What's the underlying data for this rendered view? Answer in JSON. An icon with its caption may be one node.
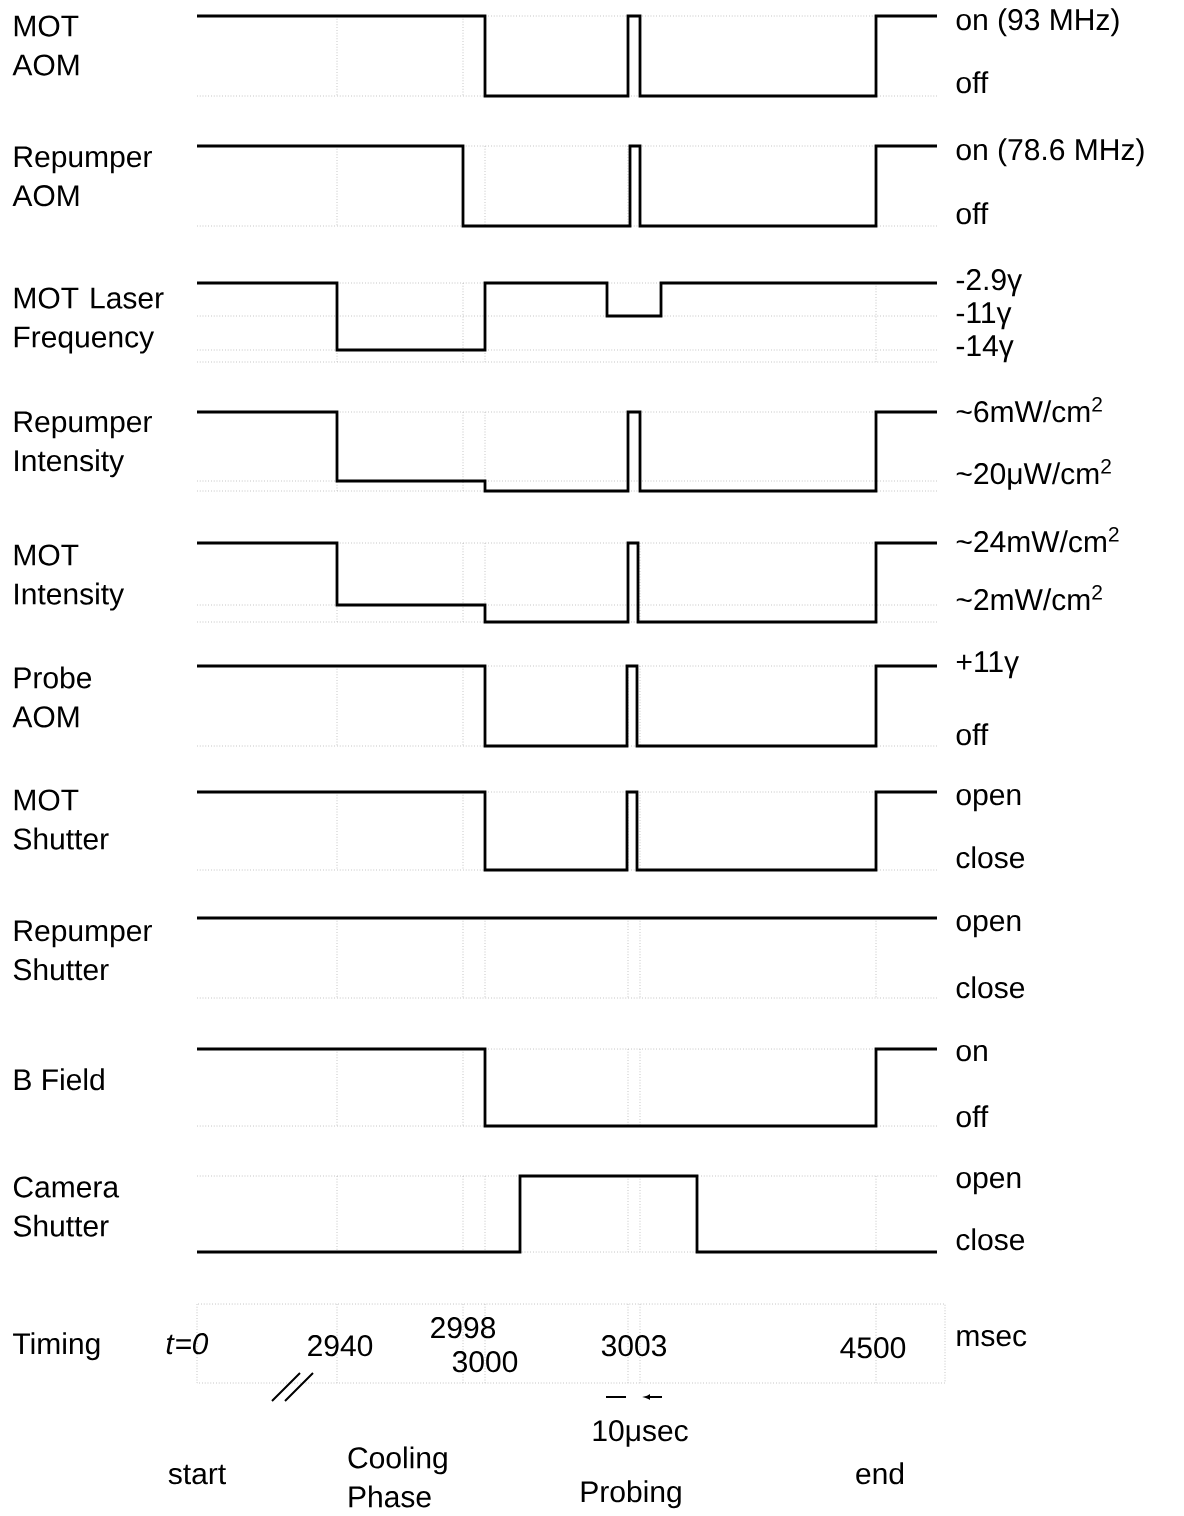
{
  "diagram": {
    "labels": [
      "MOT AOM",
      "on (93 MHz)",
      "off",
      "Repumper AOM",
      "on (78.6 MHz)",
      "off",
      "MOT Laser Frequency",
      "-2.9γ",
      "-11γ",
      "-14γ",
      "Repumper Intensity",
      "~6mW/cm$^{2}$",
      "~20μW/cm$^{2}$",
      "MOT Intensity",
      "~24mW/cm$^{2}$",
      "~2mW/cm$^{2}$",
      "Probe AOM",
      "+11γ",
      "off",
      "MOT Shutter",
      "open",
      "close",
      "Repumper Shutter",
      "open",
      "close",
      "B Field",
      "on",
      "off",
      "Camera Shutter",
      "open",
      "close",
      "Timing",
      "*t*=",
      "0",
      "2940",
      "2998",
      "3000",
      "3003",
      "4500",
      "msec",
      "10μsec",
      "start",
      "Cooling Phase",
      "Probing",
      "end"
    ]
  }
}
